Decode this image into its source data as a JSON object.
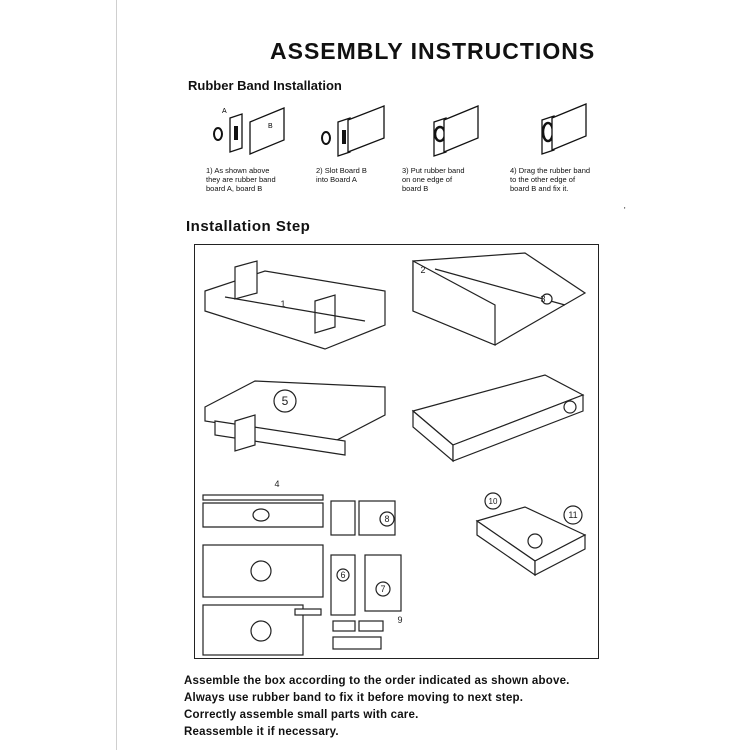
{
  "title": "ASSEMBLY INSTRUCTIONS",
  "rubber_band": {
    "heading": "Rubber Band Installation",
    "label_a": "A",
    "label_b": "B",
    "steps": [
      {
        "line1": "1) As shown above",
        "line2": "they are rubber band",
        "line3": "board A, board B"
      },
      {
        "line1": "2) Slot Board B",
        "line2": "into Board A",
        "line3": ""
      },
      {
        "line1": "3) Put rubber band",
        "line2": "on one edge of",
        "line3": "board B"
      },
      {
        "line1": "4) Drag the rubber band",
        "line2": "to the other edge of",
        "line3": "board B and fix it."
      }
    ]
  },
  "installation": {
    "heading": "Installation Step",
    "markers": [
      "1",
      "2",
      "3",
      "4",
      "5",
      "6",
      "7",
      "8",
      "9",
      "10",
      "11"
    ]
  },
  "footer": {
    "lines": [
      "Assemble the box according to the order indicated as shown above.",
      "Always use rubber band to fix it before moving to next step.",
      "Correctly assemble small parts with care.",
      "Reassemble it if necessary."
    ]
  }
}
